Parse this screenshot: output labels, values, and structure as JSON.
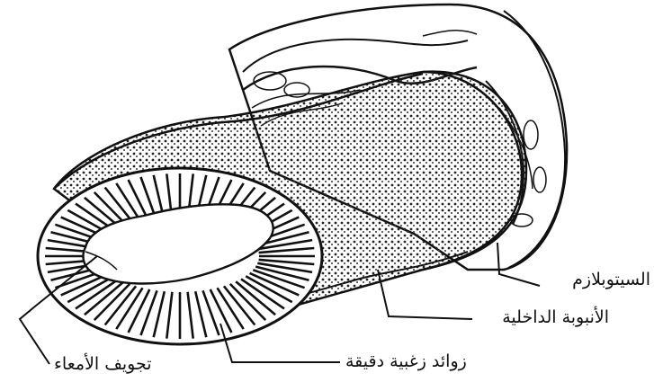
{
  "labels": {
    "cytoplasm": "السيتوبلازم",
    "inner_tube": "الأنبوبة الداخلية",
    "microvilli": "زوائد زغبية دقيقة",
    "lumen": "تجويف الأمعاء"
  },
  "colors": {
    "ink": "#111111",
    "paper": "#ffffff"
  }
}
